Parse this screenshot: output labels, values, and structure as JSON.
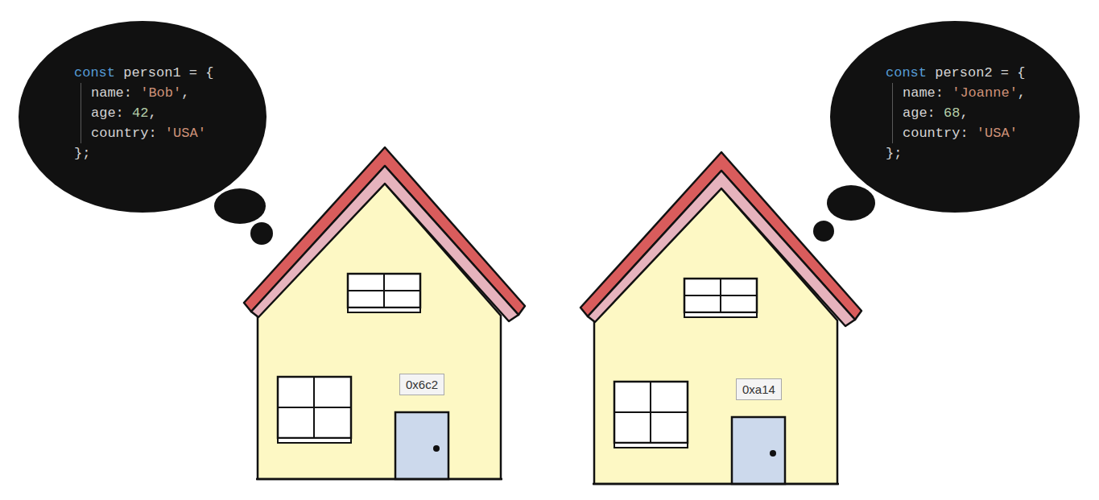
{
  "diagram": {
    "nodes": [
      {
        "text": [
          "const person1 = {",
          "name: 'Bob',",
          "age: 42,",
          "country: 'USA'",
          "};"
        ]
      },
      {
        "text": [
          "const person2 = {",
          "name: 'Joanne',",
          "age: 68,",
          "country: 'USA'",
          "};"
        ]
      },
      {
        "text": [
          "0x6c2"
        ]
      },
      {
        "text": [
          "0xa14"
        ]
      }
    ]
  }
}
